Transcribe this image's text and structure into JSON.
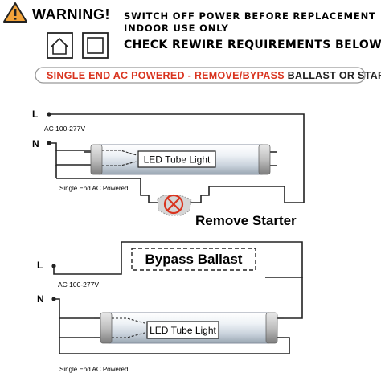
{
  "header": {
    "warning_title": "WARNING!",
    "line1": "SWITCH OFF POWER BEFORE REPLACEMENT",
    "line2": "INDOOR USE ONLY",
    "line3": "CHECK REWIRE REQUIREMENTS BELOW"
  },
  "banner": {
    "part1": "SINGLE END AC POWERED - ",
    "part2": "REMOVE/BYPASS",
    "part3": " BALLAST OR STARTER",
    "accent_color": "#d9341f"
  },
  "top_circuit": {
    "live_label": "L",
    "neutral_label": "N",
    "voltage_label": "AC  100-277V",
    "tube_label": "LED Tube Light",
    "caption": "Single End AC Powered",
    "starter_label": "Remove Starter"
  },
  "bottom_circuit": {
    "live_label": "L",
    "neutral_label": "N",
    "voltage_label": "AC  100-277V",
    "ballast_label": "Bypass Ballast",
    "tube_label": "LED Tube Light",
    "caption": "Single End AC Powered"
  }
}
